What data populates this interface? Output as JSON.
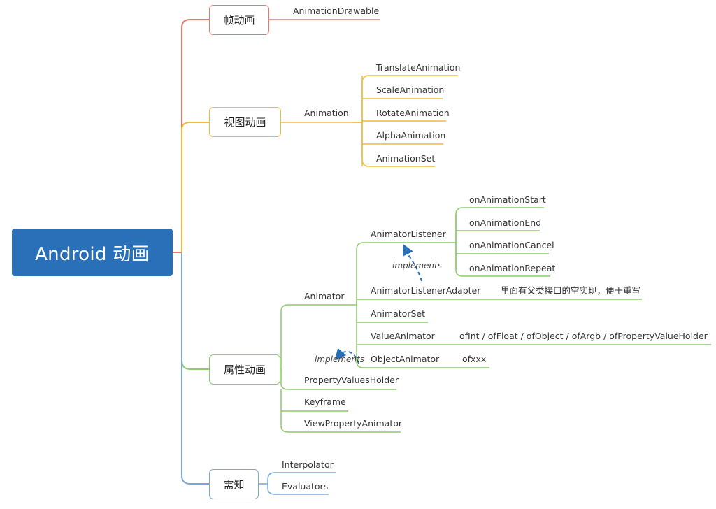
{
  "root": "Android 动画",
  "branches": {
    "frame": {
      "title": "帧动画",
      "child": "AnimationDrawable"
    },
    "view": {
      "title": "视图动画",
      "child": "Animation",
      "subs": [
        "TranslateAnimation",
        "ScaleAnimation",
        "RotateAnimation",
        "AlphaAnimation",
        "AnimationSet"
      ]
    },
    "property": {
      "title": "属性动画",
      "animator": {
        "label": "Animator",
        "listener": {
          "label": "AnimatorListener",
          "callbacks": [
            "onAnimationStart",
            "onAnimationEnd",
            "onAnimationCancel",
            "onAnimationRepeat"
          ]
        },
        "listener_adapter": {
          "label": "AnimatorListenerAdapter",
          "note": "里面有父类接口的空实现，便于重写"
        },
        "animator_set": "AnimatorSet",
        "value_animator": {
          "label": "ValueAnimator",
          "note": "ofInt / ofFloat / ofObject / ofArgb / ofPropertyValueHolder"
        },
        "object_animator": {
          "label": "ObjectAnimator",
          "note": "ofxxx"
        }
      },
      "others": [
        "PropertyValuesHolder",
        "Keyframe",
        "ViewPropertyAnimator"
      ]
    },
    "notice": {
      "title": "需知",
      "children": [
        "Interpolator",
        "Evaluators"
      ]
    }
  },
  "relations": {
    "implements_1": "implements",
    "implements_2": "implements"
  },
  "colors": {
    "root": "#2a70b8",
    "frame": "#e8786c",
    "view": "#f2b93b",
    "property": "#8ccc6a",
    "notice": "#7aa7d6",
    "relation": "#2a70b8"
  }
}
